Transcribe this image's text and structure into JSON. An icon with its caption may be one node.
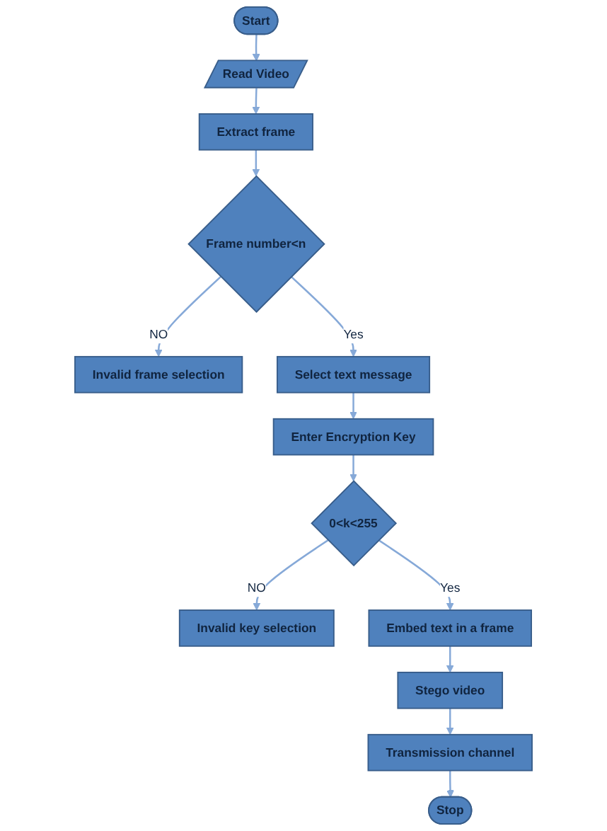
{
  "diagram": {
    "nodes": [
      {
        "text": [
          "Start"
        ]
      },
      {
        "text": [
          "Read Video"
        ]
      },
      {
        "text": [
          "Extract frame"
        ]
      },
      {
        "text": [
          "Frame number<n"
        ]
      },
      {
        "text": [
          "Invalid frame selection"
        ]
      },
      {
        "text": [
          "Select text message"
        ]
      },
      {
        "text": [
          "Enter Encryption Key"
        ]
      },
      {
        "text": [
          "0<k<255"
        ]
      },
      {
        "text": [
          "Invalid key selection"
        ]
      },
      {
        "text": [
          "Embed text in a frame"
        ]
      },
      {
        "text": [
          "Stego video"
        ]
      },
      {
        "text": [
          "Transmission channel"
        ]
      },
      {
        "text": [
          "Stop"
        ]
      }
    ],
    "edges": [
      {
        "from": 0,
        "to": 1,
        "arrow": "to"
      },
      {
        "from": 1,
        "to": 2,
        "arrow": "to"
      },
      {
        "from": 2,
        "to": 3,
        "arrow": "to"
      },
      {
        "from": 3,
        "to": 4,
        "arrow": "to",
        "label": "NO"
      },
      {
        "from": 3,
        "to": 5,
        "arrow": "to",
        "label": "Yes"
      },
      {
        "from": 5,
        "to": 6,
        "arrow": "to"
      },
      {
        "from": 6,
        "to": 7,
        "arrow": "to"
      },
      {
        "from": 7,
        "to": 8,
        "arrow": "to",
        "label": "NO"
      },
      {
        "from": 7,
        "to": 9,
        "arrow": "to",
        "label": "Yes"
      },
      {
        "from": 9,
        "to": 10,
        "arrow": "to"
      },
      {
        "from": 10,
        "to": 11,
        "arrow": "to"
      },
      {
        "from": 11,
        "to": 12,
        "arrow": "to"
      }
    ]
  }
}
